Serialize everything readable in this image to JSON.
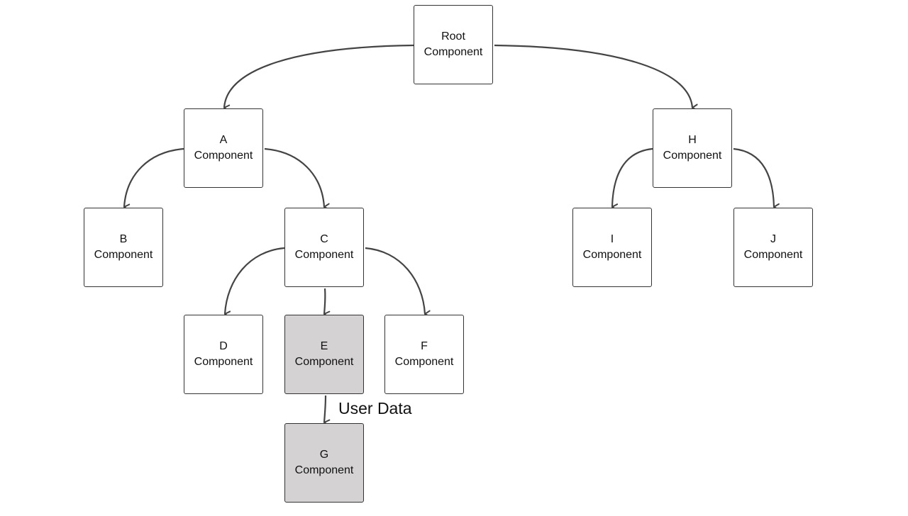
{
  "colors": {
    "line": "#444444",
    "node_border": "#333333",
    "node_fill": "#ffffff",
    "highlight_fill": "#d4d2d3"
  },
  "nodes": {
    "root": {
      "line1": "Root",
      "line2": "Component"
    },
    "a": {
      "line1": "A",
      "line2": "Component"
    },
    "b": {
      "line1": "B",
      "line2": "Component"
    },
    "c": {
      "line1": "C",
      "line2": "Component"
    },
    "d": {
      "line1": "D",
      "line2": "Component"
    },
    "e": {
      "line1": "E",
      "line2": "Component",
      "highlighted": true
    },
    "f": {
      "line1": "F",
      "line2": "Component"
    },
    "g": {
      "line1": "G",
      "line2": "Component",
      "highlighted": true
    },
    "h": {
      "line1": "H",
      "line2": "Component"
    },
    "i": {
      "line1": "I",
      "line2": "Component"
    },
    "j": {
      "line1": "J",
      "line2": "Component"
    }
  },
  "edges": [
    {
      "from": "root",
      "to": "a"
    },
    {
      "from": "root",
      "to": "h"
    },
    {
      "from": "a",
      "to": "b"
    },
    {
      "from": "a",
      "to": "c"
    },
    {
      "from": "c",
      "to": "d"
    },
    {
      "from": "c",
      "to": "e"
    },
    {
      "from": "c",
      "to": "f"
    },
    {
      "from": "e",
      "to": "g",
      "label": "User Data"
    },
    {
      "from": "h",
      "to": "i"
    },
    {
      "from": "h",
      "to": "j"
    }
  ]
}
